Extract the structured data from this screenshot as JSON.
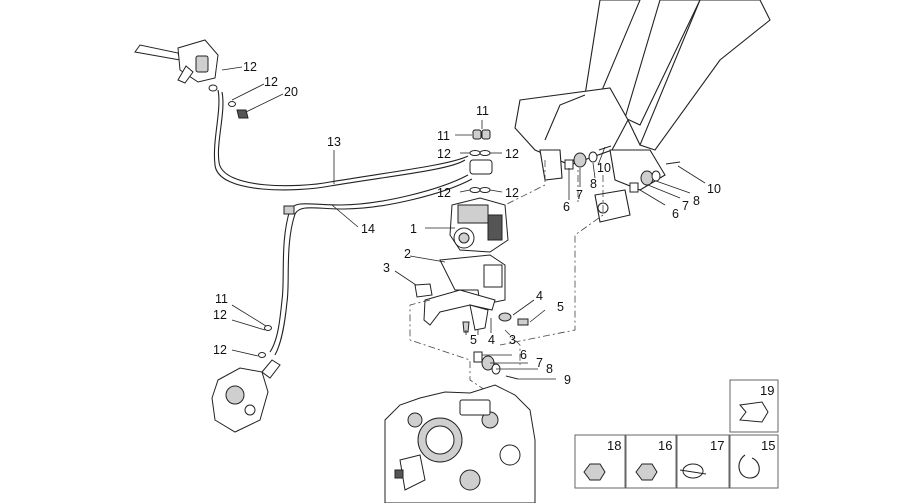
{
  "callouts": {
    "c12a": "12",
    "c12b": "12",
    "c20": "20",
    "c11a": "11",
    "c11b": "11",
    "c12c": "12",
    "c12d": "12",
    "c12e": "12",
    "c12f": "12",
    "c13": "13",
    "c14": "14",
    "c10a": "10",
    "c8a": "8",
    "c7a": "7",
    "c6a": "6",
    "c10b": "10",
    "c8b": "8",
    "c7b": "7",
    "c6b": "6",
    "c1": "1",
    "c2": "2",
    "c3a": "3",
    "c3b": "3",
    "c4a": "4",
    "c4b": "4",
    "c5a": "5",
    "c5b": "5",
    "c11c": "11",
    "c12g": "12",
    "c12h": "12",
    "c6c": "6",
    "c7c": "7",
    "c8c": "8",
    "c9": "9"
  },
  "kits": {
    "k19": "19",
    "k18": "18",
    "k16": "16",
    "k17": "17",
    "k15": "15"
  }
}
